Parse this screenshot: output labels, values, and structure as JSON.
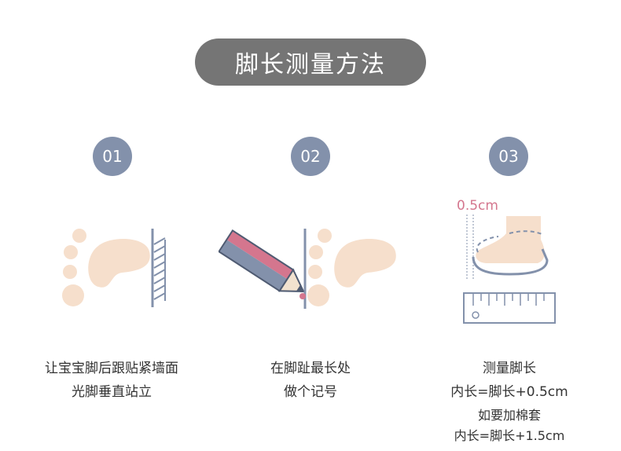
{
  "title": "脚长测量方法",
  "steps": [
    {
      "number": "01",
      "lines": [
        "让宝宝脚后跟贴紧墙面",
        "光脚垂直站立"
      ]
    },
    {
      "number": "02",
      "lines": [
        "在脚趾最长处",
        "做个记号"
      ]
    },
    {
      "number": "03",
      "annotation": "0.5cm",
      "lines": [
        "测量脚长",
        "内长=脚长+0.5cm",
        "如要加棉套",
        "内长=脚长+1.5cm"
      ]
    }
  ],
  "colors": {
    "pill": "#757575",
    "circle": "#8391ab",
    "foot": "#f6dfcc",
    "line": "#8391ab",
    "pink": "#d4768e"
  }
}
